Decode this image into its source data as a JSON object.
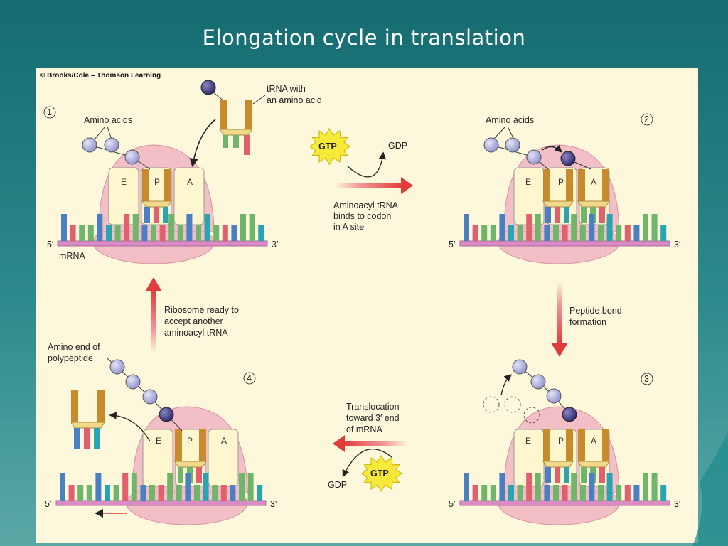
{
  "title": "Elongation cycle in translation",
  "credit": "© Brooks/Cole – Thomson Learning",
  "colors": {
    "background": "#1d7376",
    "panel": "#fdf7dc",
    "ribosome": "#f2bfc6",
    "site_box": "#fdf6cf",
    "trna": "#c88b2c",
    "amino_acid": "#9c9ed6",
    "new_amino_acid": "#35307a",
    "mrna": "#d98cc4",
    "arrow": "#e23b3b",
    "gtp": "#f6e93a",
    "base_blue": "#4a7fc4",
    "base_red": "#e0606e",
    "base_green": "#6fb56b",
    "base_teal": "#2aa4b0"
  },
  "labels": {
    "step1": "1",
    "step2": "2",
    "step3": "3",
    "step4": "4",
    "amino_acids": "Amino acids",
    "amino_acids_2": "Amino acids",
    "trna_line1": "tRNA with",
    "trna_line2": "an amino acid",
    "site_e": "E",
    "site_p": "P",
    "site_a": "A",
    "five_prime": "5′",
    "three_prime": "3′",
    "mrna": "mRNA",
    "gtp": "GTP",
    "gdp": "GDP",
    "binds_line1": "Aminoacyl tRNA",
    "binds_line2": "binds to codon",
    "binds_line3": "in A site",
    "peptide_line1": "Peptide bond",
    "peptide_line2": "formation",
    "transloc_line1": "Translocation",
    "transloc_line2": "toward 3′ end",
    "transloc_line3": "of mRNA",
    "ready_line1": "Ribosome ready to",
    "ready_line2": "accept another",
    "ready_line3": "aminoacyl tRNA",
    "amino_end_line1": "Amino end of",
    "amino_end_line2": "polypeptide"
  }
}
